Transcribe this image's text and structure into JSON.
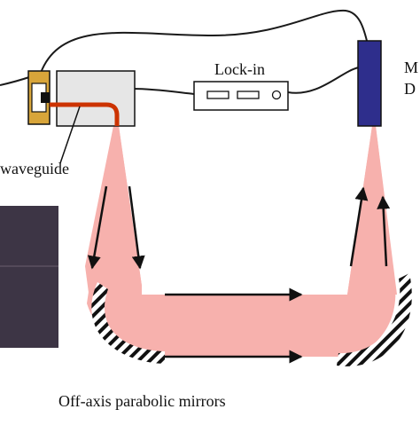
{
  "labels": {
    "lock_in": "Lock-in",
    "waveguide": "waveguide",
    "detector_partial_1": "M",
    "detector_partial_2": "D",
    "mirrors": "Off-axis parabolic mirrors"
  },
  "colors": {
    "beam": "#f7b1ad",
    "waveguide_core": "#cc3300",
    "detector": "#2e2e8c",
    "sample": "#3d3545",
    "housing": "#e6e6e6",
    "clamp": "#d8a53a",
    "cable": "#1a1a1a"
  },
  "icons": {
    "lock_in": "lock-in-amplifier-icon",
    "detector": "detector-icon",
    "waveguide_holder": "waveguide-holder-icon",
    "mirror_left": "parabolic-mirror-icon",
    "mirror_right": "parabolic-mirror-icon"
  }
}
